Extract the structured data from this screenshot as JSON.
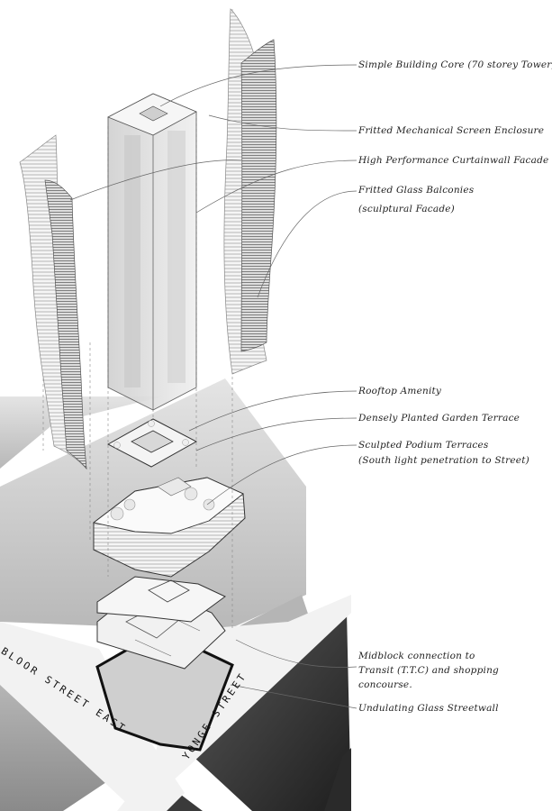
{
  "annotations": {
    "core": "Simple Building Core (70 storey Tower)",
    "mech": "Fritted Mechanical Screen Enclosure",
    "curtain": "High Performance Curtainwall Facade",
    "balconies": "Fritted Glass Balconies",
    "sculptural": "(sculptural Facade)",
    "rooftop": "Rooftop Amenity",
    "garden": "Densely Planted Garden Terrace",
    "podium": "Sculpted Podium Terraces",
    "podium_sub": "(South light penetration to Street)",
    "midblock_1": "Midblock connection to",
    "midblock_2": "Transit (T.T.C) and shopping",
    "midblock_3": "concourse.",
    "streetwall": "Undulating Glass Streetwall"
  },
  "streets": {
    "bloor": "BLOOR STREET EAST",
    "yonge": "YONGE STREET"
  },
  "colors": {
    "ink": "#222222",
    "block_light": "#d6d6d6",
    "block_dark": "#3a3a3a",
    "road": "#f4f4f4"
  }
}
